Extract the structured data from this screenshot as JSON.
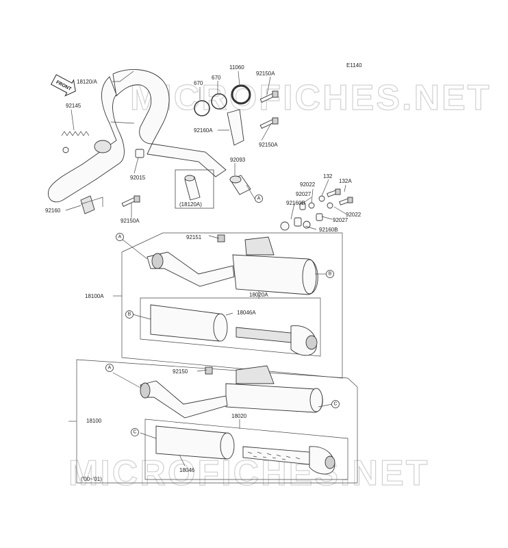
{
  "diagram_id": "E1140",
  "watermark": "MICROFICHES.NET",
  "front_arrow": "FRONT",
  "labels": {
    "l18120A": "18120/A",
    "l92145": "92145",
    "l670a": "670",
    "l670b": "670",
    "l11060": "11060",
    "l92150A_top": "92150A",
    "l92160A": "92160A",
    "l92150A_mid": "92150A",
    "l92093": "92093",
    "l92015": "92015",
    "l18120A_paren": "(18120A)",
    "l92160": "92160",
    "l92150A_low": "92150A",
    "l92022a": "92022",
    "l132": "132",
    "l132A": "132A",
    "l92027a": "92027",
    "l92160B_a": "92160B",
    "l92022b": "92022",
    "l92027b": "92027",
    "l92160B_b": "92160B",
    "l92151": "92151",
    "l18100A": "18100A",
    "l18020A": "18020A",
    "l18046A": "18046A",
    "l92150": "92150",
    "l18100": "18100",
    "l18020": "18020",
    "l18046": "18046",
    "l_years": "('00~'01)"
  },
  "callouts": {
    "A": "A",
    "B": "B",
    "C": "C"
  }
}
